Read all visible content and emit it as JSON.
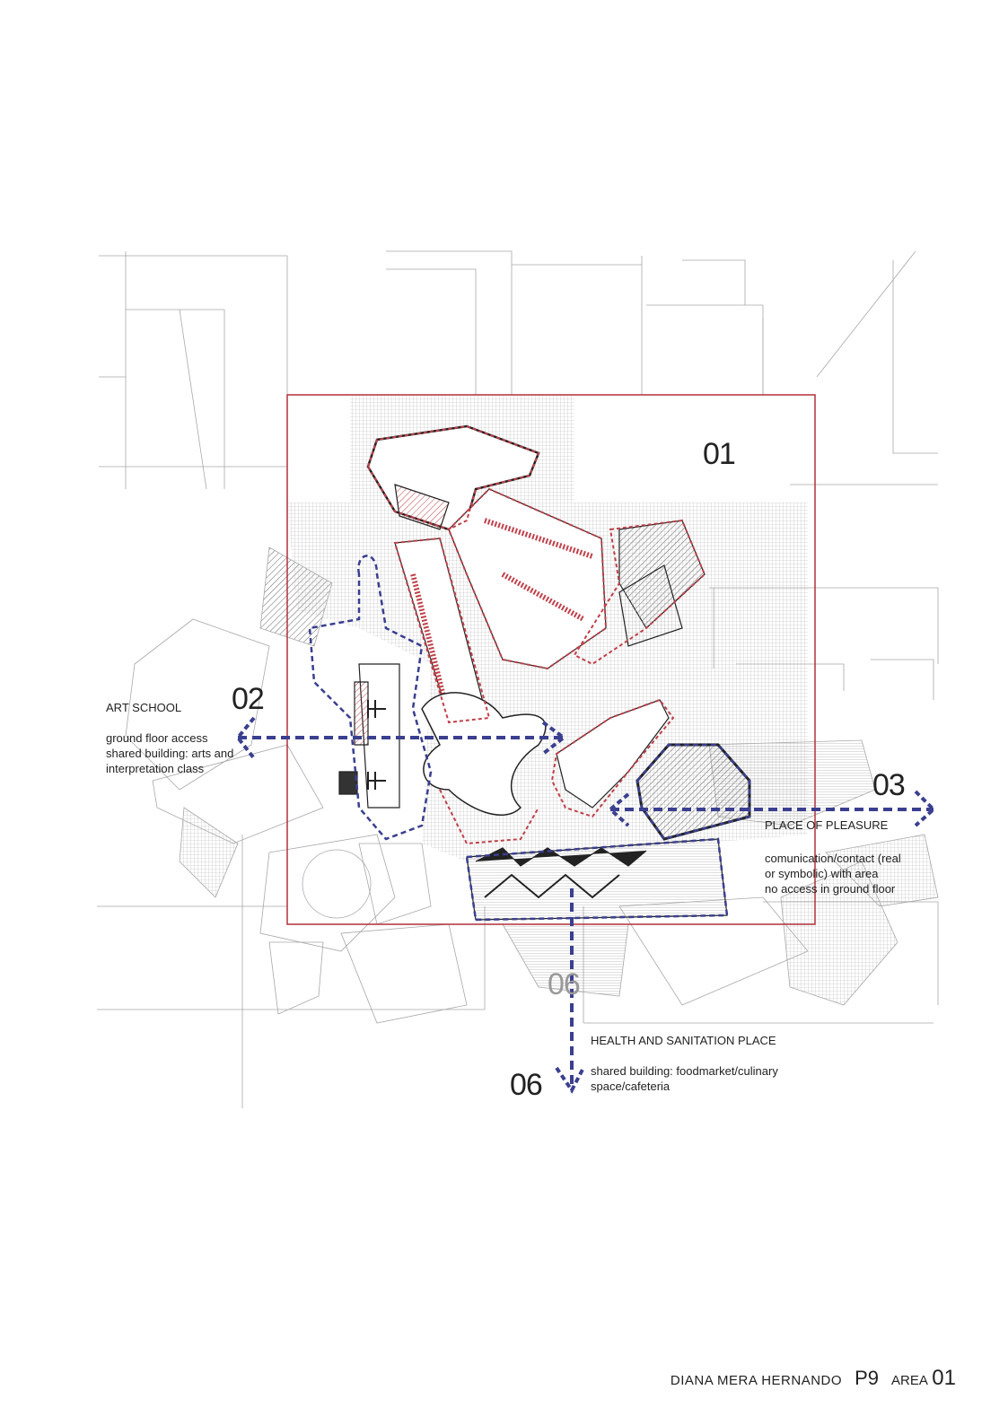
{
  "zones": [
    {
      "number": "01"
    },
    {
      "number": "02",
      "title": "ART SCHOOL",
      "lines": [
        "ground floor access",
        "shared building: arts and",
        "interpretation class"
      ]
    },
    {
      "number": "03",
      "title": "PLACE OF PLEASURE",
      "lines": [
        "comunication/contact (real",
        "or symbolic) with area",
        "no access in ground floor"
      ]
    },
    {
      "number": "06",
      "title": "HEALTH AND SANITATION PLACE",
      "lines": [
        "shared building: foodmarket/culinary",
        "space/cafeteria"
      ]
    }
  ],
  "ghost_label": "06",
  "footer": {
    "author": "DIANA MERA HERNANDO",
    "page": "P9",
    "area_label": "AREA",
    "area_number": "01"
  },
  "colors": {
    "boundary": "#b0303a",
    "route": "#3a3f8f",
    "linework": "#9a9a9a",
    "hatch": "#bdbdbd"
  }
}
